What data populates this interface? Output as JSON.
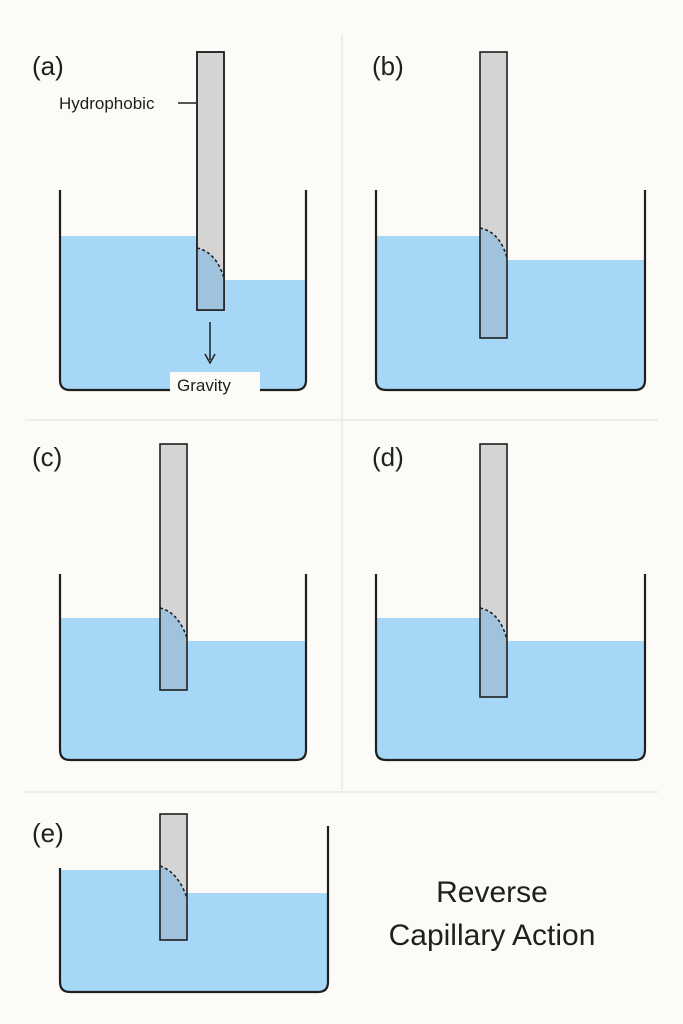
{
  "panels": [
    {
      "label": "(a)"
    },
    {
      "label": "(b)"
    },
    {
      "label": "(c)"
    },
    {
      "label": "(d)"
    },
    {
      "label": "(e)"
    }
  ],
  "annotations": {
    "hydrophobic": "Hydrophobic",
    "gravity": "Gravity"
  },
  "caption": {
    "line1": "Reverse",
    "line2": "Capillary Action"
  },
  "colors": {
    "background": "#fcfbf7",
    "water": "#a7d7f7",
    "rod": "#d4d4d4",
    "rod_submerged": "#9fc3dc",
    "outline": "#1f1f1f",
    "divider": "#e4e4e0"
  }
}
